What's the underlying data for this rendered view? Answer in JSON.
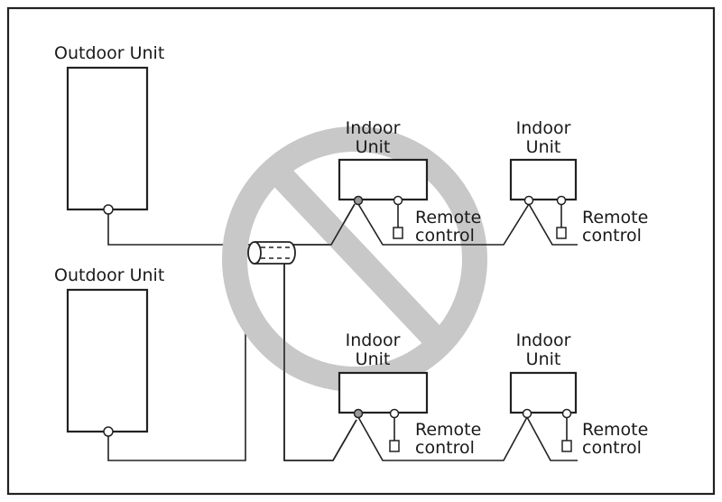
{
  "diagram": {
    "outdoor_unit_label": "Outdoor Unit",
    "indoor_unit_line1": "Indoor",
    "indoor_unit_line2": "Unit",
    "remote_line1": "Remote",
    "remote_line2": "control",
    "prohibition_color": "#c8c8c8",
    "line_color": "#222222",
    "icons": [
      "prohibition-icon",
      "shielded-cable-icon"
    ]
  }
}
